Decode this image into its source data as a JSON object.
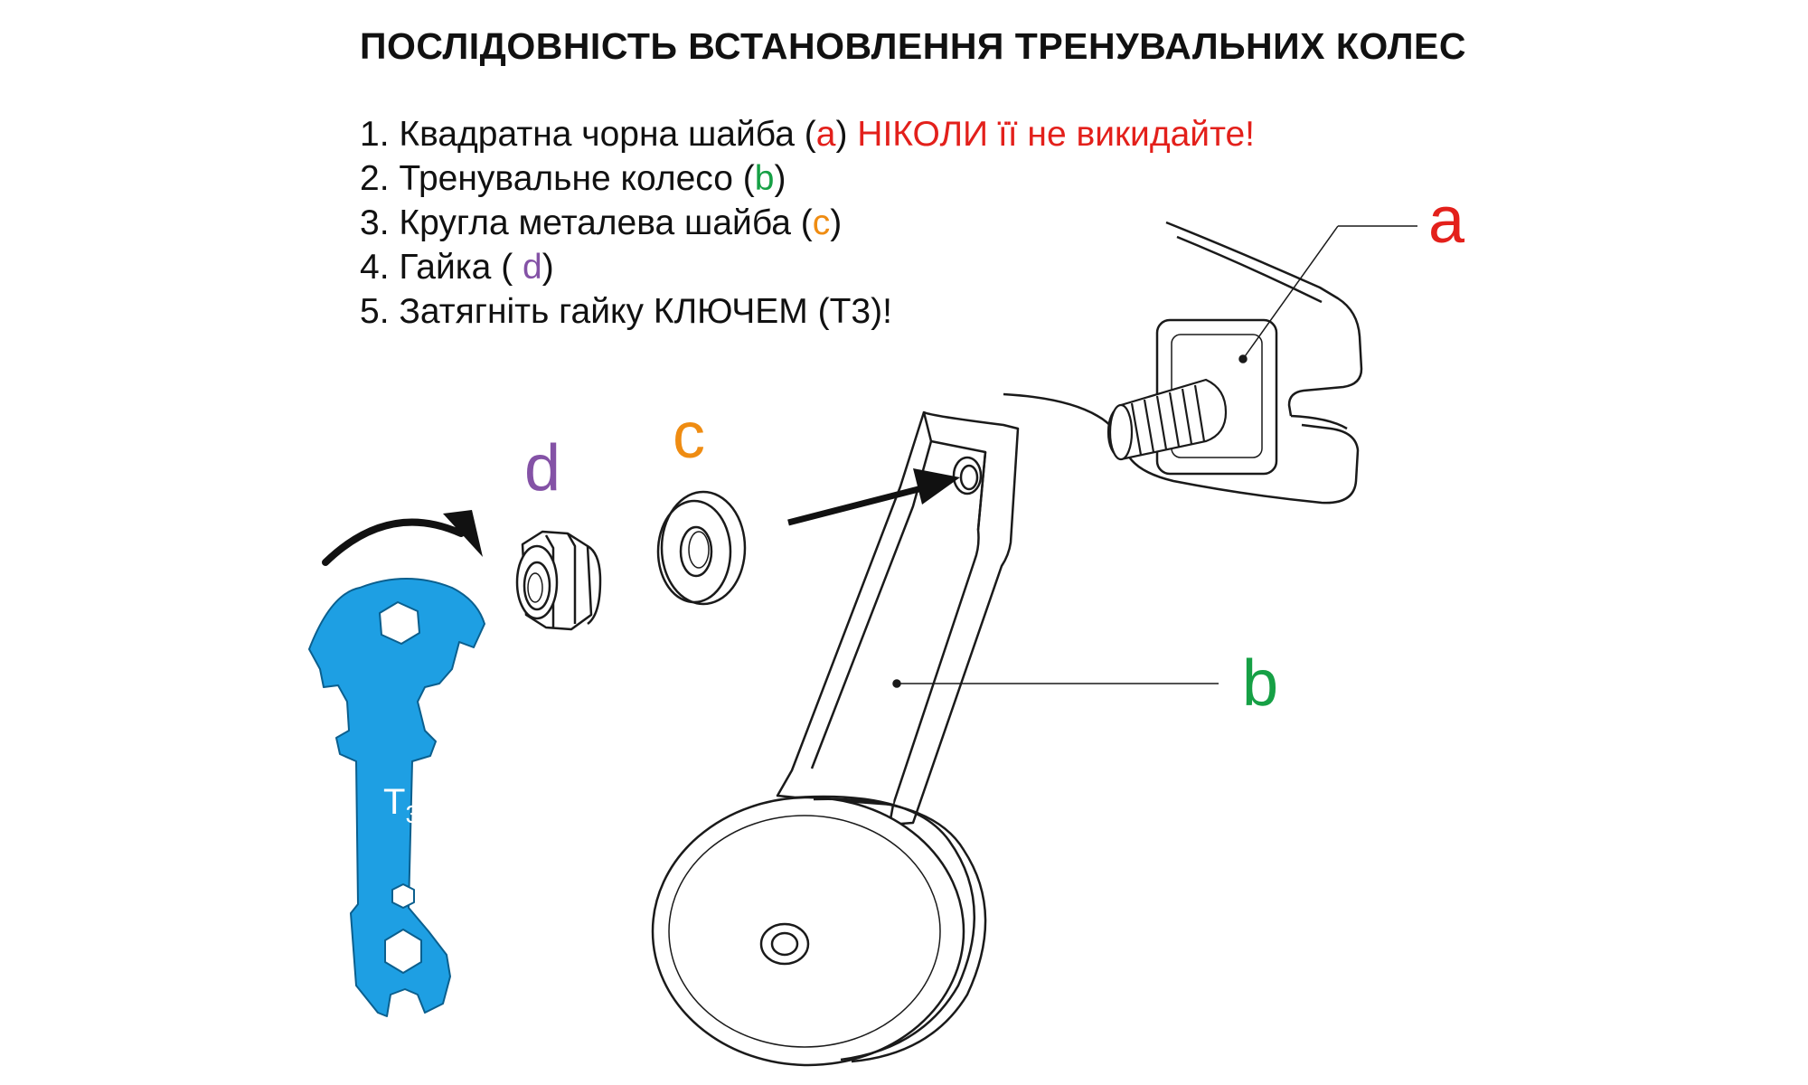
{
  "title": "ПОСЛІДОВНІСТЬ ВСТАНОВЛЕННЯ ТРЕНУВАЛЬНИХ КОЛЕС",
  "steps": [
    {
      "text": "1. Квадратна чорна шайба (",
      "code": "a",
      "after": ")",
      "warning": "НІКОЛИ її не викидайте!"
    },
    {
      "text": "2. Тренувальне колесо (",
      "code": "b",
      "after": ")"
    },
    {
      "text": "3. Кругла металева шайба (",
      "code": "c",
      "after": ")"
    },
    {
      "text": "4. Гайка ( ",
      "code": "d",
      "after": ")"
    },
    {
      "text": "5. Затягніть гайку КЛЮЧЕМ (Т3)!"
    }
  ],
  "callouts": {
    "a": "a",
    "b": "b",
    "c": "c",
    "d": "d"
  },
  "wrench_label": "T3",
  "colors": {
    "a": "#e3201b",
    "b": "#16a045",
    "c": "#ef8c12",
    "d": "#8452a6",
    "wrench": "#1e9fe3"
  },
  "icons": [
    "wrench-icon",
    "rotate-arrow-icon",
    "nut-icon",
    "washer-icon",
    "training-wheel-icon",
    "bolt-icon",
    "square-washer-icon",
    "direction-arrow-icon"
  ]
}
